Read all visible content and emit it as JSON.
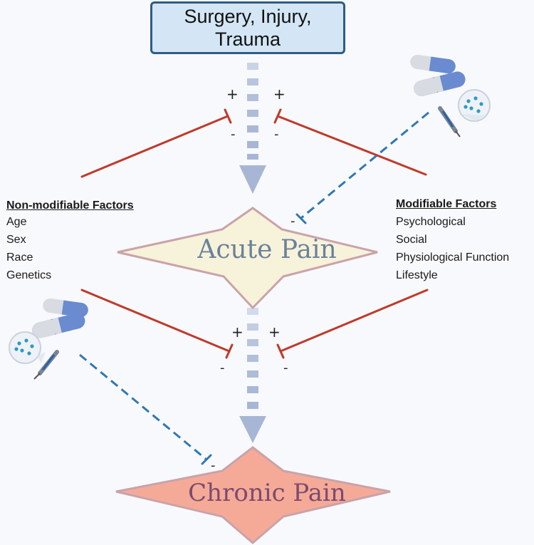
{
  "top_box": {
    "lines": [
      "Surgery, Injury,",
      "Trauma"
    ]
  },
  "acute": {
    "label": "Acute Pain"
  },
  "chronic": {
    "label": "Chronic Pain"
  },
  "non_modifiable": {
    "title": "Non-modifiable Factors",
    "items": [
      "Age",
      "Sex",
      "Race",
      "Genetics"
    ]
  },
  "modifiable": {
    "title": "Modifiable Factors",
    "items": [
      "Psychological",
      "Social",
      "Physiological Function",
      "Lifestyle"
    ]
  },
  "signs": {
    "plus": "+",
    "minus": "-"
  },
  "colors": {
    "inhibit_line": "#c0392b",
    "drug_line": "#2e78b5",
    "arrow": "#b7c4dd",
    "acute_fill": "#f7f2da",
    "acute_stroke": "#c9a3a8",
    "acute_text": "#6a8299",
    "chronic_fill": "#f5aa98",
    "chronic_stroke": "#c9a3a8",
    "chronic_text": "#7a4b6e",
    "top_box_fill": "#d4e6f5",
    "top_box_border": "#2f5c87"
  }
}
